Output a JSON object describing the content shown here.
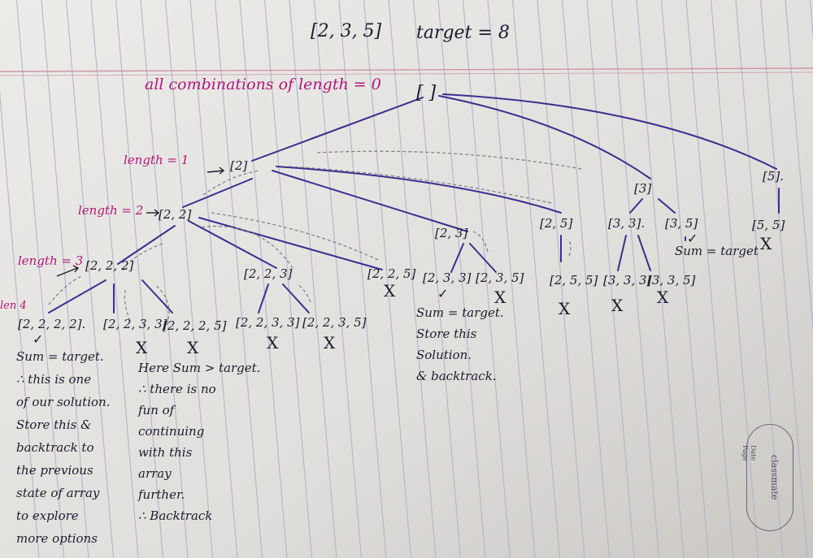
{
  "header": {
    "array": "[2, 3, 5]",
    "target": "target = 8"
  },
  "level_labels": {
    "len0": "all combinations of length = 0",
    "len1": "length = 1",
    "len2": "length = 2",
    "len3": "length = 3",
    "len4": "len 4"
  },
  "nodes": {
    "root": "[ ]",
    "n2": "[2]",
    "n3": "[3]",
    "n5": "[5].",
    "n22": "[2, 2]",
    "n23": "[2, 3]",
    "n25": "[2, 5]",
    "n33": "[3, 3].",
    "n35": "[3, 5]",
    "n55": "[5, 5]",
    "n222": "[2, 2, 2]",
    "n223": "[2, 2, 3]",
    "n225": "[2, 2, 5]",
    "n233": "[2, 3, 3]",
    "n235": "[2, 3, 5]",
    "n255": "[2, 5, 5]",
    "n333": "[3, 3, 3]",
    "n335": "[3, 3, 5]",
    "n2222": "[2, 2, 2, 2].",
    "n2223": "[2, 2, 3, 3]",
    "n2225": "[2, 2, 2, 5]",
    "n2233": "[2, 2, 3, 3]",
    "n2235": "[2, 2, 3, 5]"
  },
  "marks": {
    "cross": "X",
    "check": "✓"
  },
  "notes": {
    "left": [
      "Sum = target.",
      "∴ this is one",
      "of our solution.",
      "Store this &",
      "backtrack to",
      "the previous",
      "state of array",
      "to explore",
      "more options"
    ],
    "middle": [
      "Here Sum > target.",
      "∴ there is no",
      "fun of",
      "continuing",
      "with this",
      "array",
      "further.",
      "∴ Backtrack"
    ],
    "center": [
      "Sum = target.",
      "Store this",
      "Solution.",
      "& backtrack."
    ],
    "right": "Sum = target"
  },
  "brand": {
    "name": "classmate",
    "date": "Date",
    "page": "Page"
  },
  "colors": {
    "ink": "#1e1a2e",
    "tree": "#3a2f8f",
    "pink": "#b1167a",
    "rule": "#a7b4cc",
    "margin": "#c9829a"
  }
}
